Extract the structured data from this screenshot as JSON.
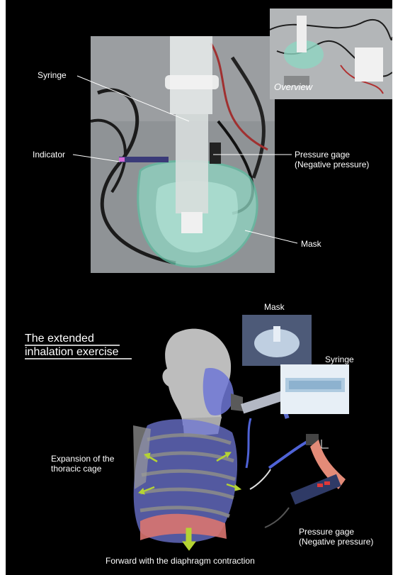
{
  "top": {
    "labels": {
      "syringe": "Syringe",
      "indicator": "Indicator",
      "pressure_gage": "Pressure gage\n(Negative pressure)",
      "mask": "Mask"
    },
    "overview_caption": "Overview"
  },
  "bottom": {
    "title_line1": "The extended",
    "title_line2": "inhalation exercise",
    "labels": {
      "mask": "Mask",
      "syringe": "Syringe",
      "expansion": "Expansion of the\nthoracic cage",
      "pressure_gage": "Pressure gage\n(Negative pressure)",
      "forward": "Forward with the diaphragm contraction"
    }
  },
  "colors": {
    "background": "#000000",
    "text": "#ffffff",
    "arrow_yellow_green": "#b5d334",
    "ribcage_blue": "#6f77d6",
    "diaphragm_pink": "#d9746f",
    "mask_teal": "#7fd1b6"
  }
}
